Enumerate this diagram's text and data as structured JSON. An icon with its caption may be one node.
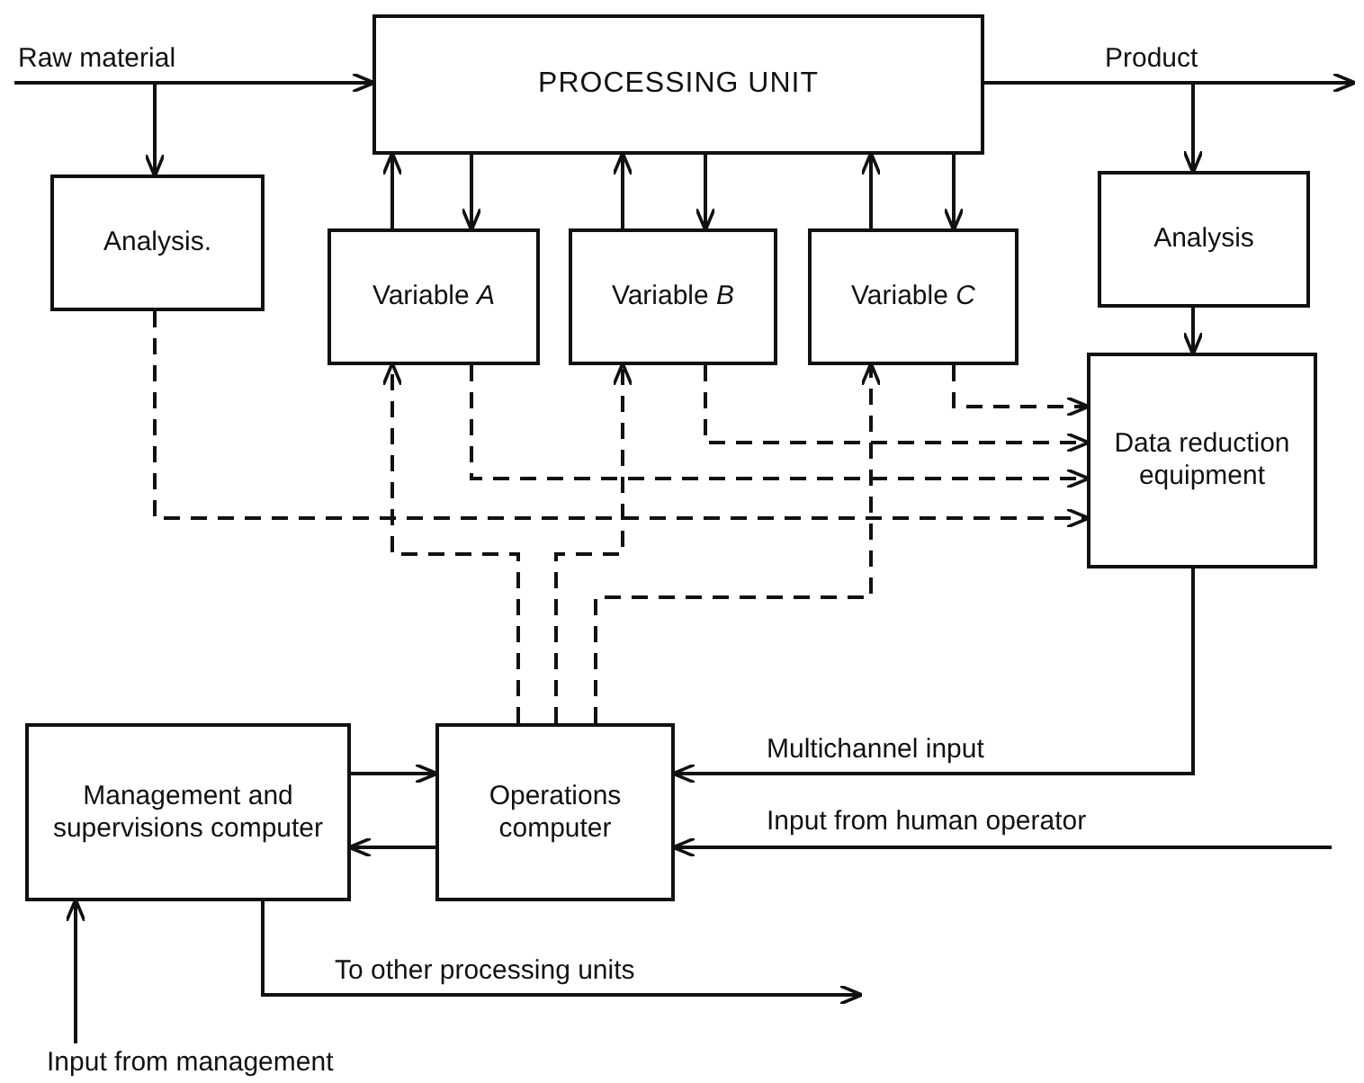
{
  "diagram": {
    "nodes": [
      {
        "text": [
          "PROCESSING UNIT"
        ]
      },
      {
        "text": [
          "Analysis."
        ]
      },
      {
        "text": [
          "Variable *A*"
        ]
      },
      {
        "text": [
          "Variable *B*"
        ]
      },
      {
        "text": [
          "Variable *C*"
        ]
      },
      {
        "text": [
          "Analysis"
        ]
      },
      {
        "text": [
          "Data reduction equipment"
        ]
      },
      {
        "text": [
          "Management and supervisions computer"
        ]
      },
      {
        "text": [
          "Operations computer"
        ]
      }
    ],
    "edges": [
      {
        "from": null,
        "to": 0,
        "arrow": "to",
        "label": "Raw material"
      },
      {
        "from": null,
        "to": 1,
        "arrow": "to"
      },
      {
        "from": 0,
        "to": null,
        "arrow": "to",
        "label": "Product"
      },
      {
        "from": 0,
        "to": 5,
        "arrow": "to"
      },
      {
        "from": 5,
        "to": 6,
        "arrow": "to"
      },
      {
        "from": 2,
        "to": 0,
        "arrow": "to"
      },
      {
        "from": 0,
        "to": 2,
        "arrow": "to"
      },
      {
        "from": 3,
        "to": 0,
        "arrow": "to"
      },
      {
        "from": 0,
        "to": 3,
        "arrow": "to"
      },
      {
        "from": 4,
        "to": 0,
        "arrow": "to"
      },
      {
        "from": 0,
        "to": 4,
        "arrow": "to"
      },
      {
        "from": 1,
        "to": 6,
        "arrow": "to",
        "style": "dashed"
      },
      {
        "from": 2,
        "to": 6,
        "arrow": "to",
        "style": "dashed"
      },
      {
        "from": 3,
        "to": 6,
        "arrow": "to",
        "style": "dashed"
      },
      {
        "from": 4,
        "to": 6,
        "arrow": "to",
        "style": "dashed"
      },
      {
        "from": 8,
        "to": 2,
        "arrow": "to",
        "style": "dashed"
      },
      {
        "from": 8,
        "to": 3,
        "arrow": "to",
        "style": "dashed"
      },
      {
        "from": 8,
        "to": 4,
        "arrow": "to",
        "style": "dashed"
      },
      {
        "from": 6,
        "to": 8,
        "arrow": "to",
        "label": "Multichannel input"
      },
      {
        "from": null,
        "to": 8,
        "arrow": "to",
        "label": "Input from human operator"
      },
      {
        "from": 7,
        "to": 8,
        "arrow": "to"
      },
      {
        "from": 8,
        "to": 7,
        "arrow": "to"
      },
      {
        "from": 7,
        "to": null,
        "arrow": "to",
        "label": "To other processing units"
      },
      {
        "from": null,
        "to": 7,
        "arrow": "to",
        "label": "Input from management"
      }
    ]
  }
}
